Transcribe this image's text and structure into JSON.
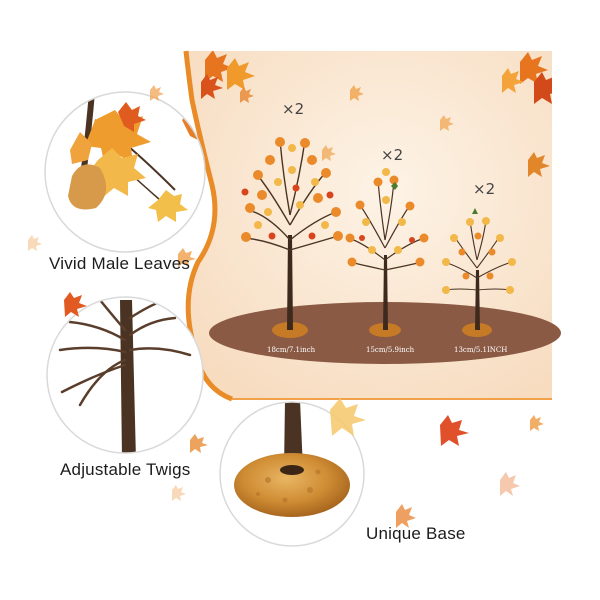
{
  "features": {
    "leaves_label": "Vivid Male Leaves",
    "twigs_label": "Adjustable Twigs",
    "base_label": "Unique Base"
  },
  "trees": [
    {
      "quantity": "×2",
      "size": "18cm/7.1inch"
    },
    {
      "quantity": "×2",
      "size": "15cm/5.9inch"
    },
    {
      "quantity": "×2",
      "size": "13cm/5.1INCH"
    }
  ],
  "colors": {
    "panel_background": "#fbe9d5",
    "panel_border": "#e98b26",
    "ground": "#8a5a45",
    "trunk": "#3d2a1c",
    "leaf_orange": "#ea8a2a",
    "leaf_gold": "#f2b84a",
    "leaf_red": "#d7451e"
  }
}
